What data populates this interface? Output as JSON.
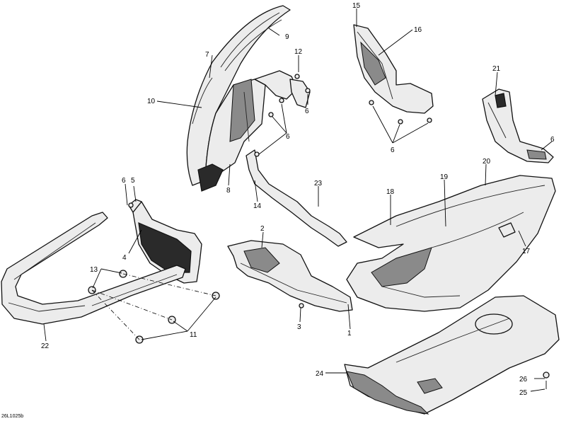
{
  "drawing_code": "26L1025b",
  "callouts": [
    "1",
    "2",
    "3",
    "4",
    "5",
    "6",
    "6",
    "6",
    "6",
    "6",
    "7",
    "8",
    "9",
    "10",
    "11",
    "12",
    "13",
    "14",
    "15",
    "16",
    "17",
    "18",
    "19",
    "20",
    "21",
    "22",
    "23",
    "24",
    "25",
    "26"
  ]
}
